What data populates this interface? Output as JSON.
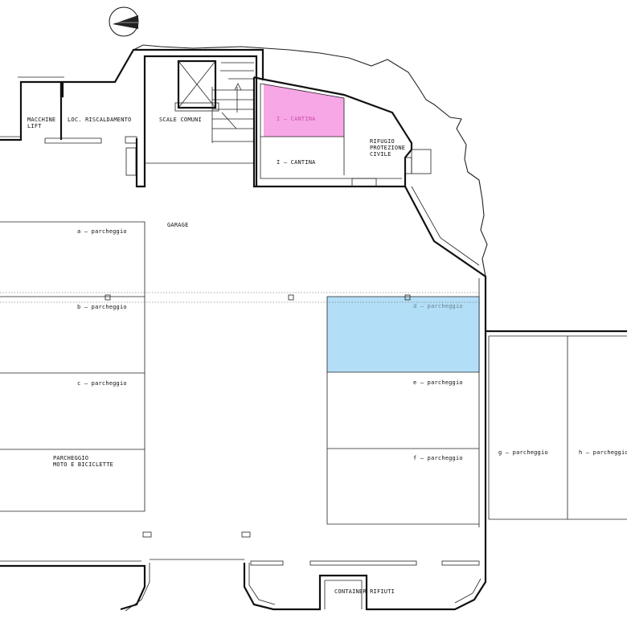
{
  "compass": {
    "icon": "north-arrow-icon"
  },
  "labels": {
    "macchine_1": "MACCHINE",
    "macchine_2": "LIFT",
    "riscaldamento": "LOC. RISCALDAMENTO",
    "scale": "SCALE COMUNI",
    "cantina_pink": "I – CANTINA",
    "cantina": "I – CANTINA",
    "rifugio_1": "RIFUGIO",
    "rifugio_2": "PROTEZIONE",
    "rifugio_3": "CIVILE",
    "garage": "GARAGE",
    "park_a": "a – parcheggio",
    "park_b": "b – parcheggio",
    "park_c": "c – parcheggio",
    "park_d": "d – parcheggio",
    "park_e": "e – parcheggio",
    "park_f": "f – parcheggio",
    "park_g": "g – parcheggio",
    "park_h": "h – parcheggio",
    "moto_1": "PARCHEGGIO",
    "moto_2": "MOTO E BICICLETTE",
    "container": "CONTAINER RIFIUTI"
  },
  "highlights": {
    "cantina_color": "#f7a6e6",
    "parking_d_color": "#b3def7"
  }
}
